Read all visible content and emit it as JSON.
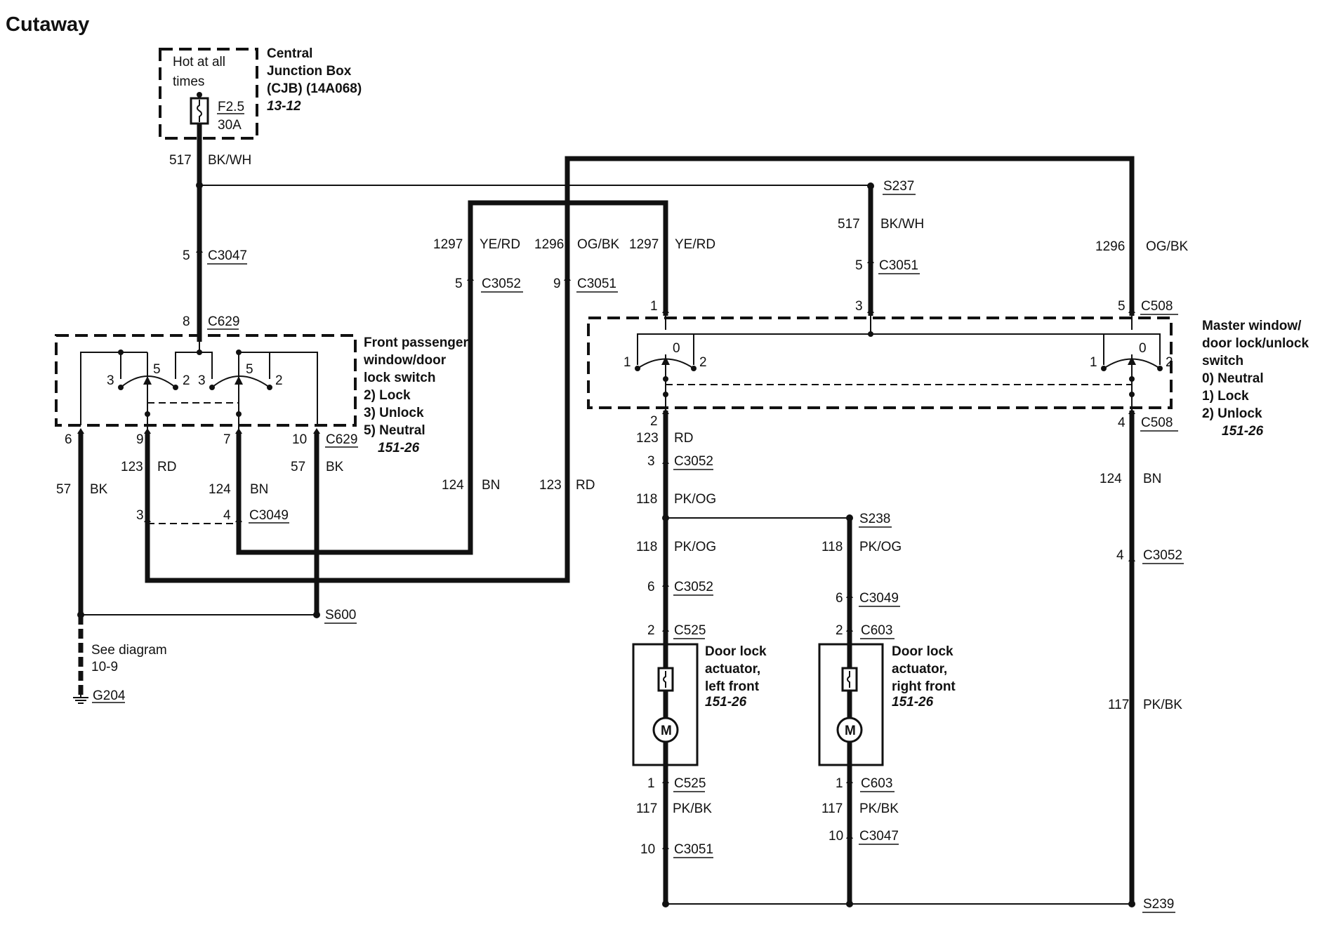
{
  "title": "Cutaway",
  "cjb": {
    "hot_label_1": "Hot at all",
    "hot_label_2": "times",
    "fuse_id": "F2.5",
    "fuse_rating": "30A",
    "name_1": "Central",
    "name_2": "Junction Box",
    "name_3": "(CJB) (14A068)",
    "ref": "13-12"
  },
  "front_switch": {
    "name_1": "Front passenger",
    "name_2": "window/door",
    "name_3": "lock switch",
    "pos_lock": "2)  Lock",
    "pos_unlock": "3)  Unlock",
    "pos_neutral": "5)  Neutral",
    "ref": "151-26",
    "contact_labels": [
      "3",
      "5",
      "2",
      "3",
      "5",
      "2"
    ]
  },
  "master_switch": {
    "name_1": "Master window/",
    "name_2": "door lock/unlock",
    "name_3": "switch",
    "pos_neutral": "0)  Neutral",
    "pos_lock": "1)  Lock",
    "pos_unlock": "2)  Unlock",
    "ref": "151-26",
    "contact_labels": [
      "1",
      "0",
      "2",
      "1",
      "0",
      "2"
    ]
  },
  "actuator_left": {
    "name_1": "Door lock",
    "name_2": "actuator,",
    "name_3": "left front",
    "ref": "151-26",
    "motor": "M"
  },
  "actuator_right": {
    "name_1": "Door lock",
    "name_2": "actuator,",
    "name_3": "right front",
    "ref": "151-26",
    "motor": "M"
  },
  "circuits": {
    "c517_top": {
      "num": "517",
      "color": "BK/WH"
    },
    "c517_s237": {
      "num": "517",
      "color": "BK/WH"
    },
    "c1297_left": {
      "num": "1297",
      "color": "YE/RD"
    },
    "c1296_left": {
      "num": "1296",
      "color": "OG/BK"
    },
    "c1297_right": {
      "num": "1297",
      "color": "YE/RD"
    },
    "c1296_right": {
      "num": "1296",
      "color": "OG/BK"
    },
    "c123_master": {
      "num": "123",
      "color": "RD"
    },
    "c118_a": {
      "num": "118",
      "color": "PK/OG"
    },
    "c118_b": {
      "num": "118",
      "color": "PK/OG"
    },
    "c118_c": {
      "num": "118",
      "color": "PK/OG"
    },
    "c124_master": {
      "num": "124",
      "color": "BN"
    },
    "c117_right": {
      "num": "117",
      "color": "PK/BK"
    },
    "c117_la": {
      "num": "117",
      "color": "PK/BK"
    },
    "c117_ra": {
      "num": "117",
      "color": "PK/BK"
    },
    "c57_left": {
      "num": "57",
      "color": "BK"
    },
    "c123_fp": {
      "num": "123",
      "color": "RD"
    },
    "c124_fp": {
      "num": "124",
      "color": "BN"
    },
    "c57_right": {
      "num": "57",
      "color": "BK"
    },
    "c124_mid": {
      "num": "124",
      "color": "BN"
    },
    "c123_mid": {
      "num": "123",
      "color": "RD"
    }
  },
  "connectors": {
    "c3047_top": {
      "pin": "5",
      "name": "C3047"
    },
    "c629_top": {
      "pin": "8",
      "name": "C629"
    },
    "c629_bottom": {
      "name": "C629",
      "pins": [
        "6",
        "9",
        "7",
        "10"
      ]
    },
    "c3049_fp": {
      "name": "C3049",
      "pins": [
        "3",
        "4"
      ]
    },
    "c3052_left": {
      "pin": "5",
      "name": "C3052"
    },
    "c3051_left": {
      "pin": "9",
      "name": "C3051"
    },
    "c3051_s237": {
      "pin": "5",
      "name": "C3051"
    },
    "master_top": {
      "pins": [
        "1",
        "3",
        "5"
      ],
      "name": "C508"
    },
    "c508_bottom": {
      "pin": "4",
      "name": "C508"
    },
    "master_pin2": "2",
    "c3052_master": {
      "pin": "3",
      "name": "C3052"
    },
    "c3052_right": {
      "pin": "4",
      "name": "C3052"
    },
    "c3052_la": {
      "pin": "6",
      "name": "C3052"
    },
    "c3049_ra": {
      "pin": "6",
      "name": "C3049"
    },
    "c525_top": {
      "pin": "2",
      "name": "C525"
    },
    "c603_top": {
      "pin": "2",
      "name": "C603"
    },
    "c525_bottom": {
      "pin": "1",
      "name": "C525"
    },
    "c603_bottom": {
      "pin": "1",
      "name": "C603"
    },
    "c3051_bottom": {
      "pin": "10",
      "name": "C3051"
    },
    "c3047_bottom": {
      "pin": "10",
      "name": "C3047"
    }
  },
  "splices": {
    "s237": "S237",
    "s238": "S238",
    "s239": "S239",
    "s600": "S600"
  },
  "ground": {
    "note_1": "See diagram",
    "note_2": "10-9",
    "name": "G204"
  }
}
